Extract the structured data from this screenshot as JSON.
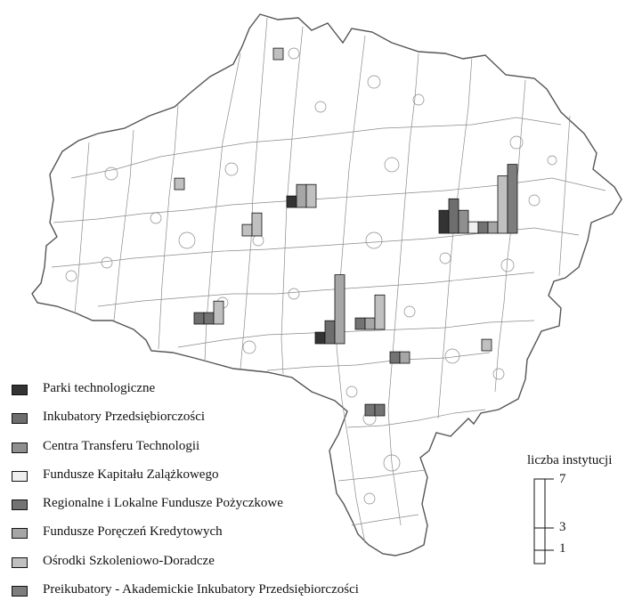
{
  "colors": {
    "parki": "#333333",
    "inkubatory": "#6e6e6e",
    "centra": "#8f8f8f",
    "fundusze_kapitalu": "#efefef",
    "regionalne": "#737373",
    "poreczen": "#a6a6a6",
    "osrodki": "#c0c0c0",
    "preinkubatory": "#7d7d7d"
  },
  "legend": [
    {
      "key": "parki",
      "label": "Parki technologiczne"
    },
    {
      "key": "inkubatory",
      "label": "Inkubatory Przedsiębiorczości"
    },
    {
      "key": "centra",
      "label": "Centra Transferu Technologii"
    },
    {
      "key": "fundusze_kapitalu",
      "label": "Fundusze Kapitału Zalążkowego"
    },
    {
      "key": "regionalne",
      "label": "Regionalne i Lokalne Fundusze Pożyczkowe"
    },
    {
      "key": "poreczen",
      "label": "Fundusze Poręczeń Kredytowych"
    },
    {
      "key": "osrodki",
      "label": "Ośrodki Szkoleniowo-Doradcze"
    },
    {
      "key": "preinkubatory",
      "label": "Preikubatory - Akademickie Inkubatory Przedsiębiorczości"
    }
  ],
  "scale": {
    "title": "liczba instytucji",
    "ticks": [
      "7",
      "3",
      "1"
    ]
  },
  "locations": [
    {
      "counts": [
        {
          "key": "osrodki",
          "value": 1
        }
      ]
    },
    {
      "counts": [
        {
          "key": "osrodki",
          "value": 1
        }
      ]
    },
    {
      "counts": [
        {
          "key": "parki",
          "value": 1
        },
        {
          "key": "poreczen",
          "value": 2
        },
        {
          "key": "osrodki",
          "value": 2
        }
      ]
    },
    {
      "counts": [
        {
          "key": "osrodki",
          "value": 1
        },
        {
          "key": "osrodki",
          "value": 2
        }
      ]
    },
    {
      "counts": [
        {
          "key": "parki",
          "value": 2
        },
        {
          "key": "inkubatory",
          "value": 3
        },
        {
          "key": "centra",
          "value": 2
        },
        {
          "key": "fundusze_kapitalu",
          "value": 1
        },
        {
          "key": "regionalne",
          "value": 1
        },
        {
          "key": "poreczen",
          "value": 1
        },
        {
          "key": "osrodki",
          "value": 5
        },
        {
          "key": "preinkubatory",
          "value": 6
        }
      ]
    },
    {
      "counts": [
        {
          "key": "regionalne",
          "value": 1
        },
        {
          "key": "poreczen",
          "value": 1
        },
        {
          "key": "osrodki",
          "value": 3
        }
      ]
    },
    {
      "counts": [
        {
          "key": "parki",
          "value": 1
        },
        {
          "key": "inkubatory",
          "value": 2
        },
        {
          "key": "poreczen",
          "value": 6
        }
      ]
    },
    {
      "counts": [
        {
          "key": "inkubatory",
          "value": 1
        },
        {
          "key": "regionalne",
          "value": 1
        },
        {
          "key": "osrodki",
          "value": 2
        }
      ]
    },
    {
      "counts": [
        {
          "key": "osrodki",
          "value": 1
        }
      ]
    },
    {
      "counts": [
        {
          "key": "regionalne",
          "value": 1
        },
        {
          "key": "poreczen",
          "value": 1
        }
      ]
    },
    {
      "counts": [
        {
          "key": "regionalne",
          "value": 1
        },
        {
          "key": "regionalne",
          "value": 1
        }
      ]
    }
  ]
}
